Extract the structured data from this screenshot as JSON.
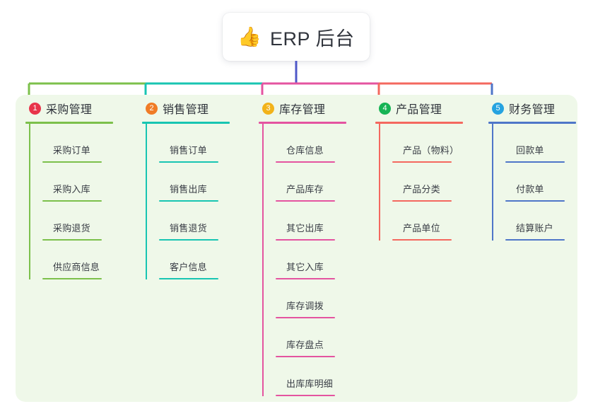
{
  "diagram": {
    "type": "mind-map",
    "root": {
      "icon": "thumbs-up-icon",
      "emoji": "👍",
      "title": "ERP 后台"
    },
    "panel_color": "#eff8e9",
    "root_connector_color": "#4f58c8",
    "branches": [
      {
        "number": "1",
        "title": "采购管理",
        "badge_color": "#e8344a",
        "line_color": "#7cc04b",
        "items": [
          {
            "label": "采购订单"
          },
          {
            "label": "采购入库"
          },
          {
            "label": "采购退货"
          },
          {
            "label": "供应商信息"
          }
        ]
      },
      {
        "number": "2",
        "title": "销售管理",
        "badge_color": "#f07c26",
        "line_color": "#18c5b2",
        "items": [
          {
            "label": "销售订单"
          },
          {
            "label": "销售出库"
          },
          {
            "label": "销售退货"
          },
          {
            "label": "客户信息"
          }
        ]
      },
      {
        "number": "3",
        "title": "库存管理",
        "badge_color": "#f2b31a",
        "line_color": "#e454a0",
        "items": [
          {
            "label": "仓库信息"
          },
          {
            "label": "产品库存"
          },
          {
            "label": "其它出库"
          },
          {
            "label": "其它入库"
          },
          {
            "label": "库存调拨"
          },
          {
            "label": "库存盘点"
          },
          {
            "label": "出库库明细"
          }
        ]
      },
      {
        "number": "4",
        "title": "产品管理",
        "badge_color": "#16b455",
        "line_color": "#f4685f",
        "items": [
          {
            "label": "产品（物料）"
          },
          {
            "label": "产品分类"
          },
          {
            "label": "产品单位"
          }
        ]
      },
      {
        "number": "5",
        "title": "财务管理",
        "badge_color": "#26a3e0",
        "line_color": "#4f76c8",
        "items": [
          {
            "label": "回款单"
          },
          {
            "label": "付款单"
          },
          {
            "label": "结算账户"
          }
        ]
      }
    ]
  }
}
